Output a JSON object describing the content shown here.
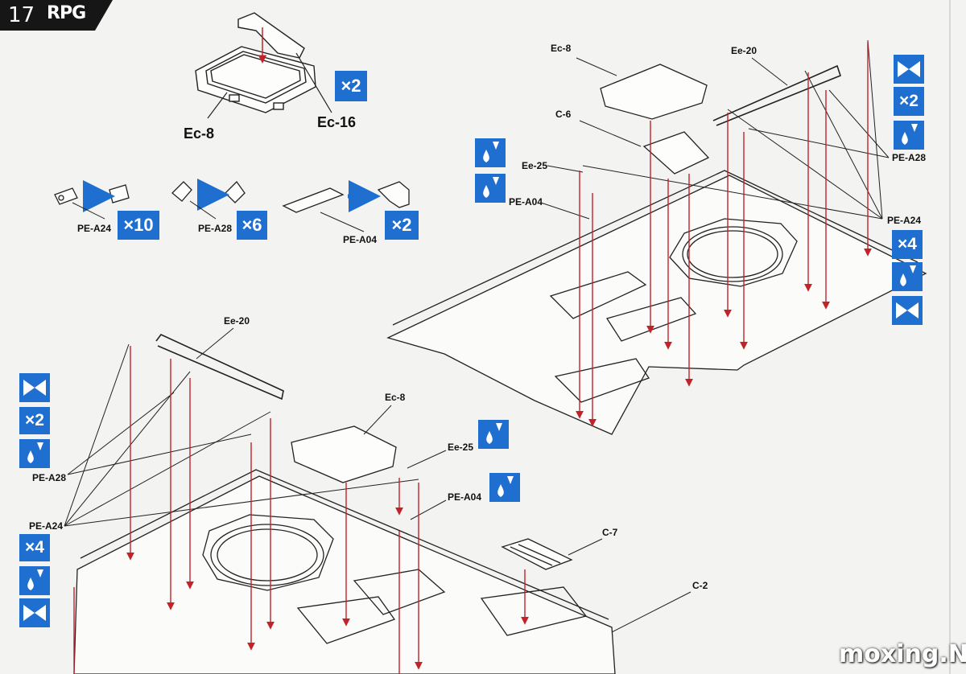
{
  "header": {
    "step_number": "17",
    "brand": "RPG"
  },
  "watermark": "moxing.NET",
  "labels": {
    "ec8_top": "Ec-8",
    "ec16": "Ec-16",
    "pe_a24_sub": "PE-A24",
    "pe_a28_sub": "PE-A28",
    "pe_a04_sub": "PE-A04",
    "ec8_r": "Ec-8",
    "c6": "C-6",
    "ee20_r": "Ee-20",
    "ee25_r": "Ee-25",
    "pea04_r": "PE-A04",
    "pea28_r": "PE-A28",
    "pea24_r": "PE-A24",
    "ee20_l": "Ee-20",
    "ec8_l": "Ec-8",
    "ee25_l": "Ee-25",
    "pea04_l": "PE-A04",
    "pea28_l": "PE-A28",
    "pea24_l": "PE-A24",
    "c7": "C-7",
    "c2": "C-2"
  },
  "badges": {
    "x2_top": "×2",
    "x10": "×10",
    "x6": "×6",
    "x2_pea04": "×2",
    "x2_right": "×2",
    "x4_right": "×4",
    "x2_left": "×2",
    "x4_left": "×4"
  },
  "colors": {
    "badge": "#1f6fd0",
    "arrow": "#c0242a",
    "line": "#222222",
    "background": "#f3f3f1"
  },
  "icons": [
    "bend-icon",
    "glue-icon"
  ]
}
